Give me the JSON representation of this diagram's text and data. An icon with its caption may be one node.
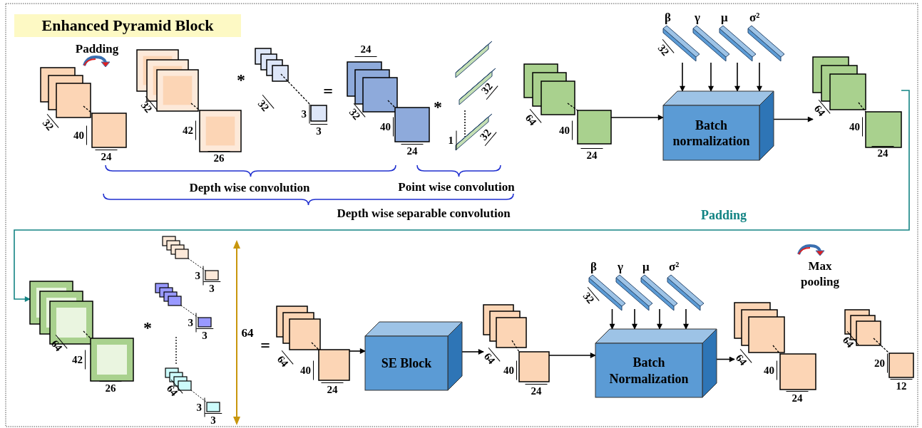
{
  "diagram": {
    "nodes": [
      {
        "text": [
          "Enhanced Pyramid Block"
        ]
      },
      {
        "text": [
          "32",
          "40",
          "24"
        ]
      },
      {
        "text": [
          "32",
          "42",
          "26"
        ]
      },
      {
        "text": [
          "32",
          "3",
          "3"
        ]
      },
      {
        "text": [
          "24",
          "32",
          "40",
          "24"
        ]
      },
      {
        "text": [
          "32",
          "1",
          "32"
        ]
      },
      {
        "text": [
          "64",
          "40",
          "24"
        ]
      },
      {
        "text": [
          "Batch normalization"
        ]
      },
      {
        "text": [
          "β",
          "32"
        ]
      },
      {
        "text": [
          "γ"
        ]
      },
      {
        "text": [
          "μ"
        ]
      },
      {
        "text": [
          "σ²"
        ]
      },
      {
        "text": [
          "64",
          "40",
          "24"
        ]
      },
      {
        "text": [
          "64",
          "42",
          "26"
        ]
      },
      {
        "text": [
          "3",
          "3",
          "3",
          "3",
          "64",
          "3",
          "3"
        ]
      },
      {
        "text": [
          "64",
          "40",
          "24"
        ]
      },
      {
        "text": [
          "SE Block"
        ]
      },
      {
        "text": [
          "64",
          "40",
          "24"
        ]
      },
      {
        "text": [
          "Batch Normalization"
        ]
      },
      {
        "text": [
          "β",
          "32"
        ]
      },
      {
        "text": [
          "γ"
        ]
      },
      {
        "text": [
          "μ"
        ]
      },
      {
        "text": [
          "σ²"
        ]
      },
      {
        "text": [
          "64",
          "40",
          "24"
        ]
      },
      {
        "text": [
          "64",
          "20",
          "12"
        ]
      }
    ],
    "edges": [
      {
        "from": 6,
        "to": 7,
        "arrow": "to"
      },
      {
        "from": 8,
        "to": 7,
        "arrow": "to"
      },
      {
        "from": 9,
        "to": 7,
        "arrow": "to"
      },
      {
        "from": 10,
        "to": 7,
        "arrow": "to"
      },
      {
        "from": 11,
        "to": 7,
        "arrow": "to"
      },
      {
        "from": 7,
        "to": 12,
        "arrow": "to"
      },
      {
        "from": 12,
        "to": 13,
        "arrow": "to",
        "label": "Padding",
        "color": "#138484"
      },
      {
        "from": 15,
        "to": 16,
        "arrow": "to"
      },
      {
        "from": 16,
        "to": 17,
        "arrow": "to"
      },
      {
        "from": 17,
        "to": 18,
        "arrow": "to"
      },
      {
        "from": 19,
        "to": 18,
        "arrow": "to"
      },
      {
        "from": 20,
        "to": 18,
        "arrow": "to"
      },
      {
        "from": 21,
        "to": 18,
        "arrow": "to"
      },
      {
        "from": 22,
        "to": 18,
        "arrow": "to"
      },
      {
        "from": 18,
        "to": 23,
        "arrow": "to"
      }
    ],
    "labels": [
      "Padding",
      "*",
      "=",
      "*",
      "Depth wise convolution",
      "Point wise convolution",
      "Depth wise separable convolution",
      "*",
      "64",
      "=",
      "Max pooling"
    ]
  }
}
